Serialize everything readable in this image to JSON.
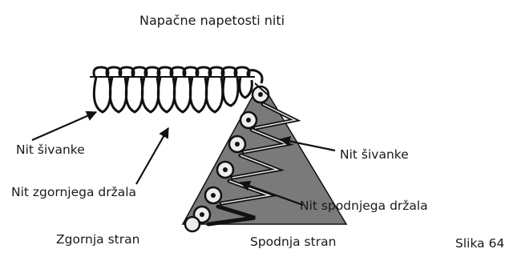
{
  "title": "Napačne napetosti niti",
  "labels": {
    "needle_thread_left": "Nit šivanke",
    "needle_thread_right": "Nit šivanke",
    "upper_looper_thread": "Nit zgornjega držala",
    "lower_looper_thread": "Nit spodnjega držala",
    "top_side": "Zgornja stran",
    "bottom_side": "Spodnja stran",
    "figure_number": "Slika 64"
  },
  "colors": {
    "fabric_fill": "#7a7a7a",
    "line": "#111111",
    "thread_light": "#f2f2f2"
  }
}
